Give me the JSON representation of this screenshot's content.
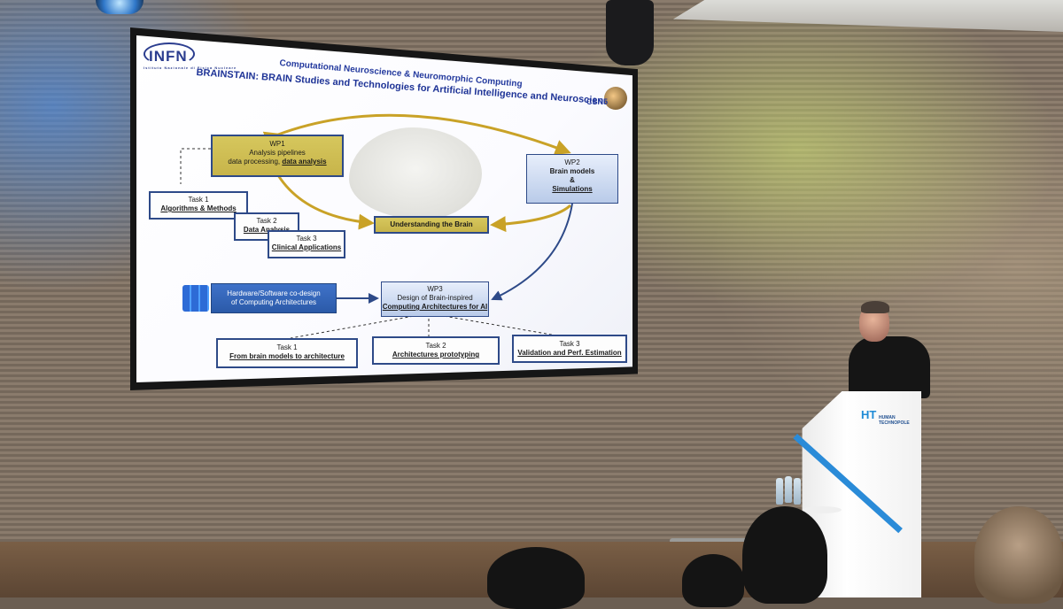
{
  "slide": {
    "logo": "INFN",
    "logo_subtitle": "Istituto Nazionale di Fisica Nucleare",
    "subtitle": "Computational Neuroscience & Neuromorphic Computing",
    "title": "BRAINSTAIN: BRAIN Studies and Technologies for Artificial Intelligence and Neuroscience",
    "corner_label": "CSN5",
    "wp1": {
      "label": "WP1",
      "line1": "Analysis pipelines",
      "line2": "data processing,",
      "line2_bold": "data analysis"
    },
    "wp2": {
      "label": "WP2",
      "line1": "Brain models",
      "line2": "&",
      "line3": "Simulations"
    },
    "wp3": {
      "label": "WP3",
      "line1": "Design of Brain-inspired",
      "line2": "Computing Architectures for AI"
    },
    "center": "Understanding the Brain",
    "wp1_tasks": [
      {
        "label": "Task 1",
        "text": "Algorithms & Methods"
      },
      {
        "label": "Task 2",
        "text": "Data Analysis"
      },
      {
        "label": "Task 3",
        "text": "Clinical Applications"
      }
    ],
    "hw": {
      "line1": "Hardware/Software co-design",
      "line2": "of Computing Architectures"
    },
    "wp3_tasks": [
      {
        "label": "Task 1",
        "text": "From brain models to architecture"
      },
      {
        "label": "Task 2",
        "text": "Architectures prototyping"
      },
      {
        "label": "Task 3",
        "text": "Validation and Perf. Estimation"
      }
    ]
  },
  "podium": {
    "logo_line1": "HUMAN",
    "logo_line2": "TECHNOPOLE",
    "logo_mark": "HT"
  },
  "colors": {
    "wp_yellow": "#d6c75d",
    "arrow_gold": "#c9a227",
    "slide_blue": "#243a9e",
    "accent_green": "#d6e978",
    "stage_blue": "#2a8bd8"
  }
}
